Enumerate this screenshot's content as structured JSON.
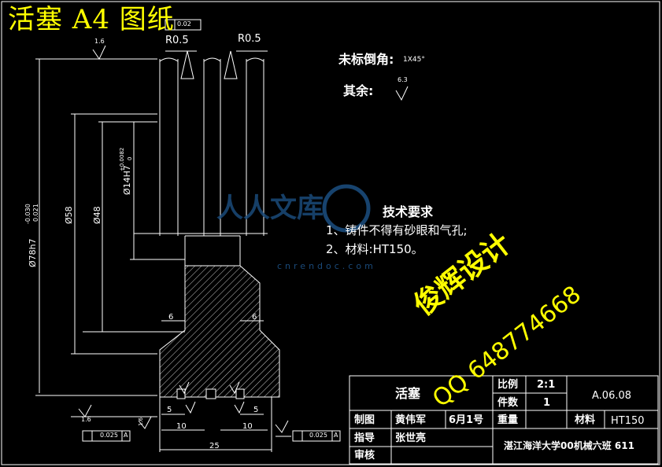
{
  "title": "活塞 A4 图纸",
  "notes": {
    "chamfer_label": "未标倒角:",
    "chamfer_value": "1X45°",
    "rest_label": "其余:",
    "rest_roughness": "6.3"
  },
  "tech": {
    "heading": "技术要求",
    "items": [
      "1、铸件不得有砂眼和气孔;",
      "2、材料:HT150。"
    ]
  },
  "watermark": {
    "brand_text": "人人文库",
    "brand_url": "cnrendoc.com",
    "promo_line1": "俊辉设计",
    "promo_line2": "QQ 648774668",
    "promo_color": "#ffff00"
  },
  "dimensions": {
    "od_main": "Ø78h7",
    "od_tol_upper": "-0.030",
    "od_tol_lower": "0.021",
    "d58": "Ø58",
    "d48": "Ø48",
    "d14": "Ø14H7",
    "d14_tol_upper": "+0.0082",
    "d14_tol_lower": "0",
    "r_left": "R0.5",
    "r_right": "R0.5",
    "roughness_top": "1.6",
    "roughness_bottom": "1.6",
    "roughness_small": "1.6",
    "flat_tol": "0.02",
    "width6_left": "6",
    "width6_right": "6",
    "w5_left": "5",
    "w5_right": "5",
    "w10_left": "10",
    "w10_right": "10",
    "w25": "25",
    "perp_tol": "0.025",
    "datum": "A"
  },
  "title_block": {
    "part_name": "活塞",
    "scale_label": "比例",
    "scale_value": "2:1",
    "qty_label": "件数",
    "qty_value": "1",
    "drawing_no": "A.06.08",
    "drawer_label": "制图",
    "drawer_name": "黄伟军",
    "date": "6月1号",
    "weight_label": "重量",
    "material_label": "材料",
    "material_value": "HT150",
    "advisor_label": "指导",
    "advisor_name": "张世亮",
    "review_label": "审核",
    "school": "湛江海洋大学00机械六班 611"
  },
  "colors": {
    "background": "#000000",
    "line": "#ffffff",
    "title": "#ffff00",
    "hatch": "#ffffff"
  }
}
